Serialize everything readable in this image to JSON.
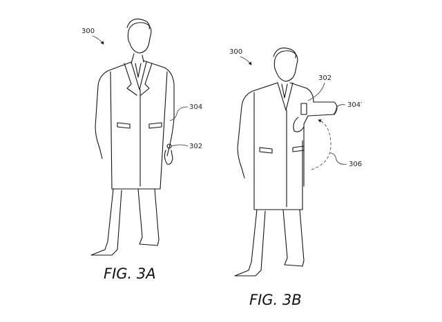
{
  "figures": [
    {
      "caption": "FIG. 3A",
      "refs": {
        "system": "300",
        "device": "302",
        "arm": "304"
      }
    },
    {
      "caption": "FIG. 3B",
      "refs": {
        "system": "300",
        "device": "302",
        "arm": "304′",
        "motion": "306"
      }
    }
  ],
  "colors": {
    "ink": "#111111",
    "paper": "#ffffff"
  }
}
